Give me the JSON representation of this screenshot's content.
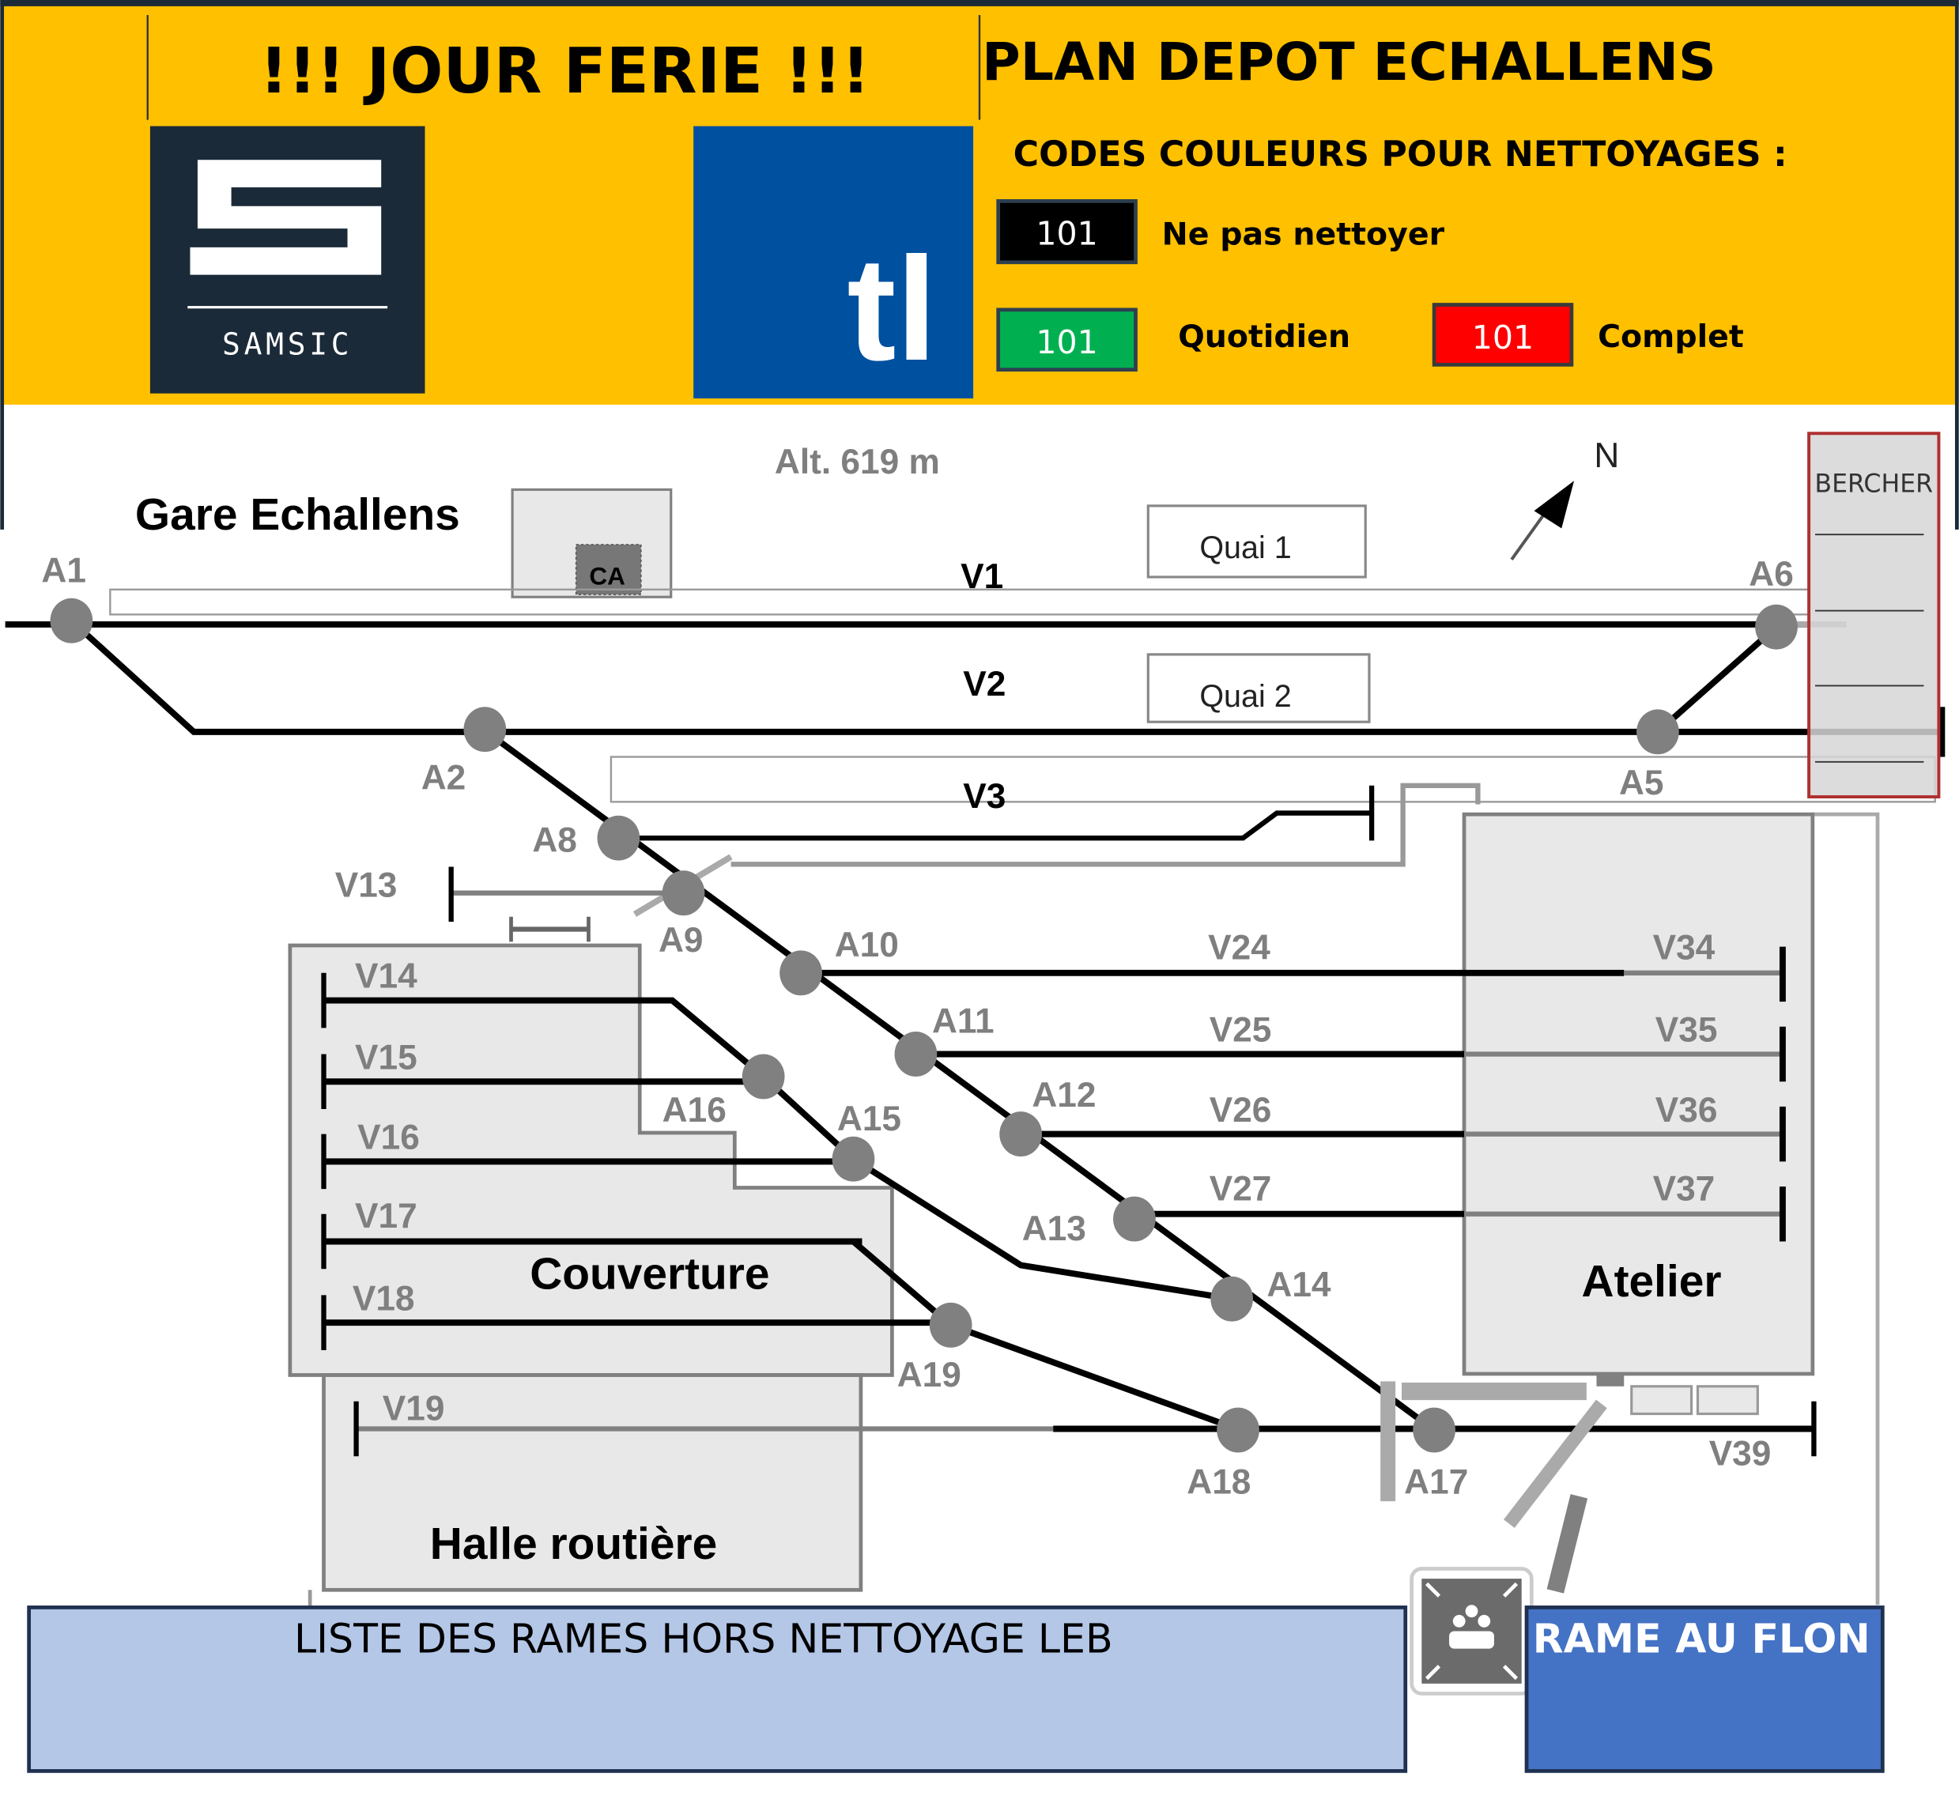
{
  "header": {
    "banner": "!!!   JOUR FERIE   !!!",
    "title": "PLAN DEPOT ECHALLENS",
    "bg_color": "#FFC000",
    "samsic_logo": {
      "letter": "S",
      "name": "SAMSIC",
      "bg_color": "#1B2A38"
    },
    "tl_logo": {
      "text": "tl",
      "bg_color": "#0050A0"
    },
    "legend": {
      "heading": "CODES COULEURS POUR NETTOYAGES :",
      "items": [
        {
          "number": "101",
          "label": "Ne pas nettoyer",
          "color": "#000000"
        },
        {
          "number": "101",
          "label": "Quotidien",
          "color": "#00B050"
        },
        {
          "number": "101",
          "label": "Complet",
          "color": "#FF0000"
        }
      ]
    }
  },
  "map": {
    "altitude": "Alt. 619 m",
    "station": "Gare Echallens",
    "ca_label": "CA",
    "north_label": "N",
    "quais": [
      "Quai 1",
      "Quai 2"
    ],
    "tracks_main": [
      "V1",
      "V2",
      "V3"
    ],
    "bercher": {
      "label": "BERCHER",
      "slots": [
        "",
        "",
        "",
        ""
      ]
    },
    "switches": [
      "A1",
      "A2",
      "A5",
      "A6",
      "A8",
      "A9",
      "A10",
      "A11",
      "A12",
      "A13",
      "A14",
      "A15",
      "A16",
      "A17",
      "A18",
      "A19"
    ],
    "tracks": {
      "v13": "V13",
      "v14": "V14",
      "v15": "V15",
      "v16": "V16",
      "v17": "V17",
      "v18": "V18",
      "v19": "V19",
      "v24": "V24",
      "v25": "V25",
      "v26": "V26",
      "v27": "V27",
      "v34": "V34",
      "v35": "V35",
      "v36": "V36",
      "v37": "V37",
      "v39": "V39"
    },
    "buildings": {
      "couverture": "Couverture",
      "atelier": "Atelier",
      "halle": "Halle routière"
    },
    "assembly_point_icon": "assembly-point-icon"
  },
  "panels": {
    "list_title": "LISTE DES RAMES HORS NETTOYAGE LEB",
    "list_bg": "#B4C7E7",
    "flon_title": "RAME AU FLON",
    "flon_bg": "#4472C4"
  }
}
